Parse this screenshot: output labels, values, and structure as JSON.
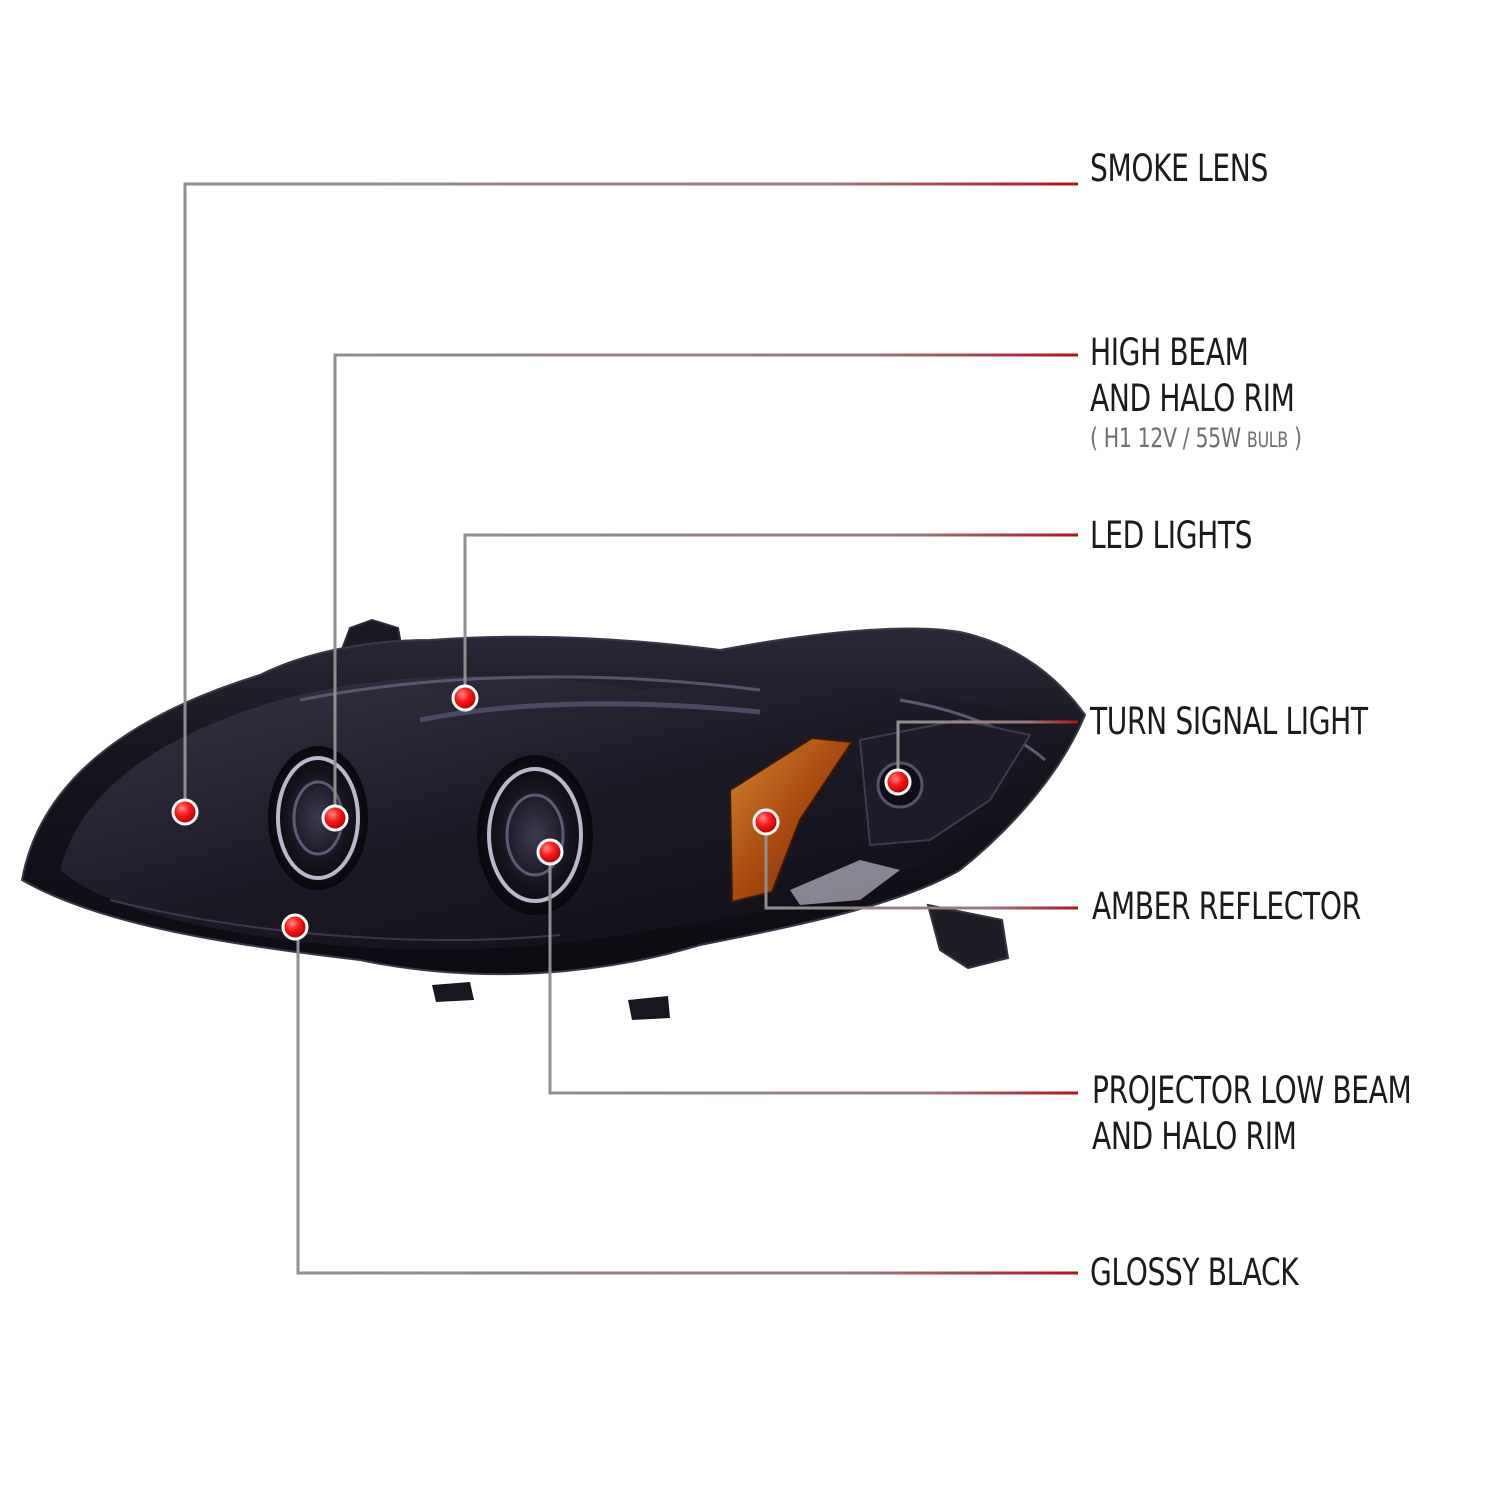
{
  "colors": {
    "leader_gray": "#8f8f8f",
    "leader_red": "#b3121c",
    "marker_red": "#ff1a1a",
    "headlight_body": "#141322",
    "amber": "#a94a10",
    "label_text": "#1b1b1b"
  },
  "callouts": [
    {
      "id": "smoke-lens",
      "lines": [
        "SMOKE LENS"
      ]
    },
    {
      "id": "high-beam",
      "lines": [
        "HIGH BEAM",
        "AND HALO RIM"
      ],
      "note": {
        "open": "( H1  12V / 55W ",
        "small": "BULB",
        "close": " )"
      }
    },
    {
      "id": "led-lights",
      "lines": [
        "LED LIGHTS"
      ]
    },
    {
      "id": "turn-signal",
      "lines": [
        "TURN SIGNAL LIGHT"
      ]
    },
    {
      "id": "amber-reflector",
      "lines": [
        "AMBER REFLECTOR"
      ]
    },
    {
      "id": "projector-low-beam",
      "lines": [
        "PROJECTOR LOW BEAM",
        "AND HALO RIM"
      ]
    },
    {
      "id": "glossy-black",
      "lines": [
        "GLOSSY BLACK"
      ]
    }
  ]
}
